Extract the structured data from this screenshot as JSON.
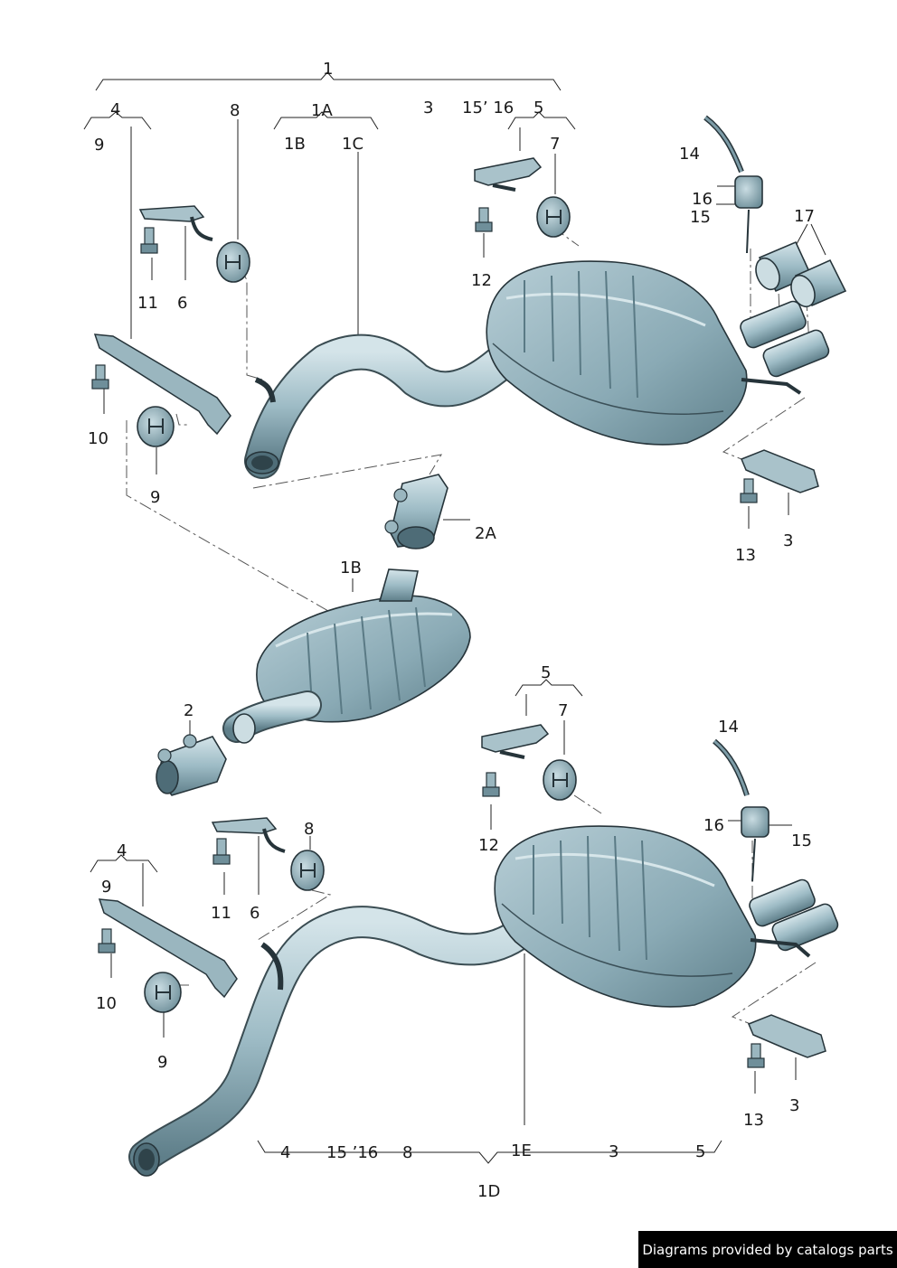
{
  "labels": {
    "top_1": "1",
    "top_4": "4",
    "top_9": "9",
    "top_8": "8",
    "top_1A": "1A",
    "top_1B": "1B",
    "top_1C": "1C",
    "top_3_head": "3",
    "top_15_16": "15’ 16",
    "top_5": "5",
    "top_7": "7",
    "top_14": "14",
    "top_16": "16",
    "top_15": "15",
    "top_17": "17",
    "top_11": "11",
    "top_6": "6",
    "top_12": "12",
    "top_10": "10",
    "top_9b": "9",
    "top_13": "13",
    "top_3": "3",
    "mid_2A": "2A",
    "mid_1B": "1B",
    "mid_2": "2",
    "bot_5": "5",
    "bot_7": "7",
    "bot_14": "14",
    "bot_16": "16",
    "bot_15": "15",
    "bot_12": "12",
    "bot_4": "4",
    "bot_9": "9",
    "bot_8": "8",
    "bot_11": "11",
    "bot_6": "6",
    "bot_10": "10",
    "bot_9b": "9",
    "bot_13": "13",
    "bot_3": "3",
    "foot_4": "4",
    "foot_15_16": "15 ’16",
    "foot_8": "8",
    "foot_1E": "1E",
    "foot_3": "3",
    "foot_5": "5",
    "foot_1D": "1D"
  },
  "credit": "Diagrams provided by catalogs parts",
  "colors": {
    "part_fill": "#8fb0bb",
    "part_light": "#cfe0e5",
    "part_dark": "#5d7c87",
    "line": "#1a1a1a"
  }
}
